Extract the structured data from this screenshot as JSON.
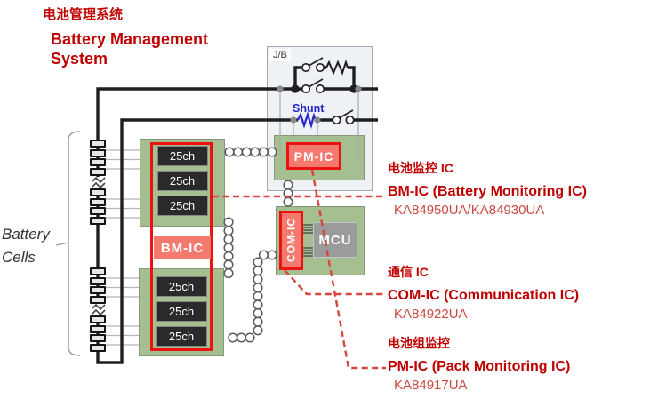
{
  "header": {
    "title_zh": "电池管理系统",
    "title_en": "Battery Management System"
  },
  "diagram": {
    "battery_cells_label": "Battery Cells",
    "jb_label": "J/B",
    "shunt_label": "Shunt",
    "channel_label": "25ch",
    "bm_ic_label": "BM-IC",
    "pm_ic_label": "PM-IC",
    "com_ic_label": "COM-IC",
    "mcu_label": "MCU"
  },
  "annotations": [
    {
      "heading": "电池监控 IC",
      "name": "BM-IC (Battery Monitoring IC)",
      "part": "KA84950UA/KA84930UA"
    },
    {
      "heading": "通信 IC",
      "name": "COM-IC (Communication IC)",
      "part": "KA84922UA"
    },
    {
      "heading": "电池组监控",
      "name": "PM-IC (Pack Monitoring IC)",
      "part": "KA84917UA"
    }
  ],
  "colors": {
    "accent_red": "#c00000",
    "outline_red": "#ee1111",
    "salmon_fill": "#f4796f",
    "green_block": "#a6bf90",
    "channel_box": "#2a2a2a",
    "shunt_blue": "#2525cc",
    "leader_red": "#d9453c"
  }
}
